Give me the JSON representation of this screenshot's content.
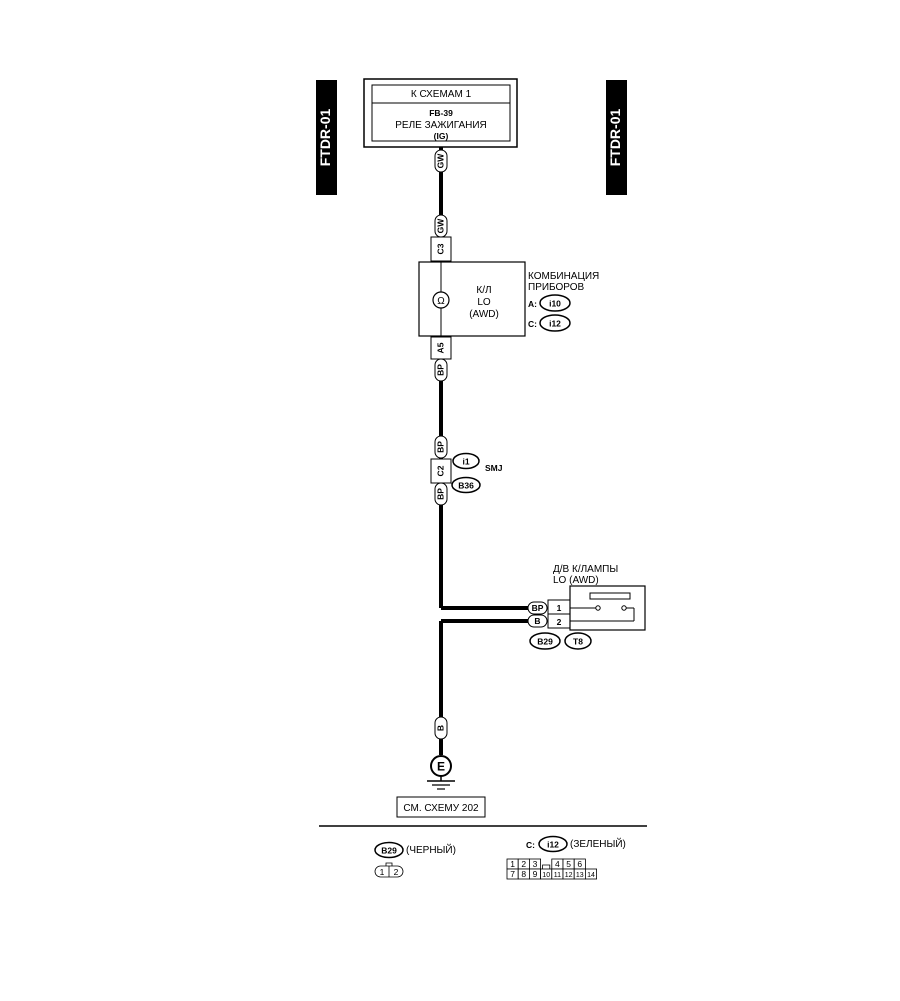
{
  "side_labels": {
    "left": "FTDR-01",
    "right": "FTDR-01"
  },
  "top_box": {
    "title": "К СХЕМАМ 1",
    "relay_code": "FB-39",
    "relay_name": "РЕЛЕ ЗАЖИГАНИЯ",
    "relay_tag": "(IG)"
  },
  "wires": {
    "gw_top": "GW",
    "gw_c3": "GW",
    "bp_a5": "BP",
    "bp_c2_top": "BP",
    "bp_c2_bot": "BP",
    "bp_switch": "BP",
    "b_switch": "B",
    "b_ground": "B"
  },
  "pins": {
    "c3": "C3",
    "a5": "A5",
    "c2": "C2",
    "sw1": "1",
    "sw2": "2"
  },
  "combination_meter": {
    "name_line1": "КОМБИНАЦИЯ",
    "name_line2": "ПРИБОРОВ",
    "lamp_line1": "К/Л",
    "lamp_line2": "LO",
    "lamp_line3": "(AWD)",
    "conn_a_prefix": "A:",
    "conn_a": "i10",
    "conn_c_prefix": "C:",
    "conn_c": "i12"
  },
  "smj": {
    "label": "SMJ",
    "conn_top": "i1",
    "conn_bottom": "B36"
  },
  "switch": {
    "name_line1": "Д/В К/ЛАМПЫ",
    "name_line2": "LO (AWD)",
    "conn_left": "B29",
    "conn_right": "T8"
  },
  "ground": {
    "symbol": "E",
    "ref": "СМ. СХЕМУ 202"
  },
  "legend": {
    "b29": {
      "code": "B29",
      "color": "(ЧЕРНЫЙ)",
      "pins": [
        "1",
        "2"
      ]
    },
    "i12": {
      "prefix": "C:",
      "code": "i12",
      "color": "(ЗЕЛЕНЫЙ)",
      "pins_top": [
        "1",
        "2",
        "3",
        "",
        "4",
        "5",
        "6"
      ],
      "pins_bottom": [
        "7",
        "8",
        "9",
        "10",
        "11",
        "12",
        "13",
        "14"
      ]
    }
  }
}
